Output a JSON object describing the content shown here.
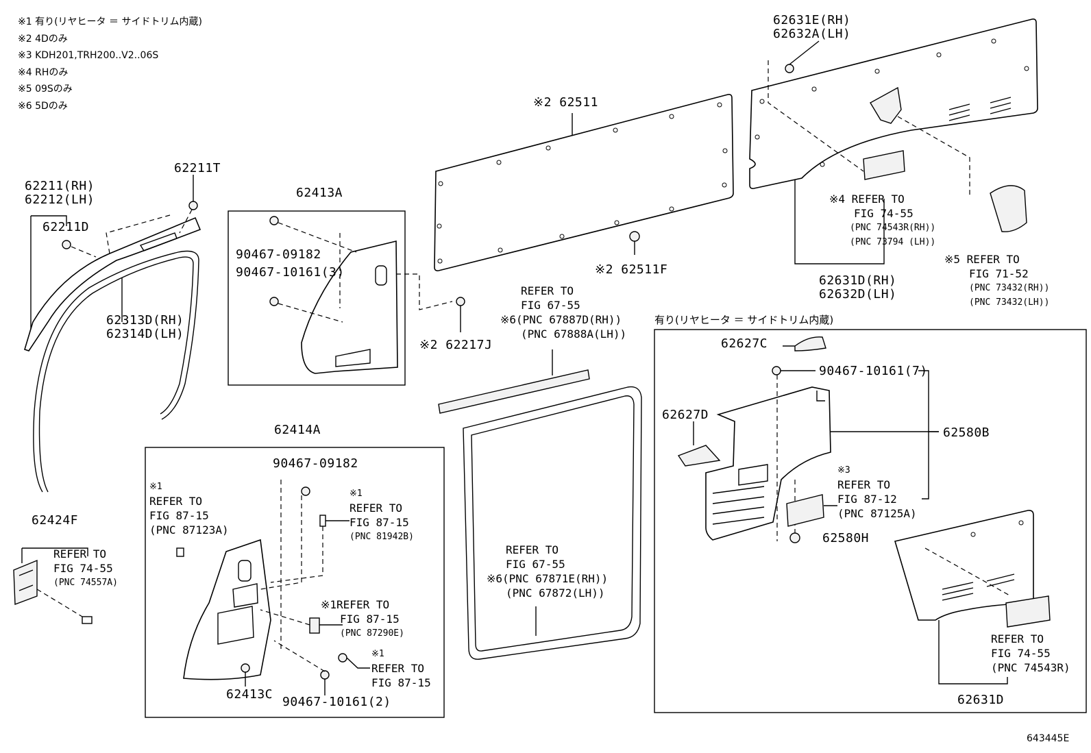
{
  "notes": [
    "※1 有り(リヤヒータ ＝ サイドトリム内蔵)",
    "※2 4Dのみ",
    "※3 KDH201,TRH200..V2..06S",
    "※4 RHのみ",
    "※5 09Sのみ",
    "※6 5Dのみ"
  ],
  "figure_id": "643445E",
  "section_title": "有り(リヤヒータ ＝ サイドトリム内蔵)",
  "parts": {
    "p62211": [
      "62211(RH)",
      "62212(LH)"
    ],
    "p62211D": "62211D",
    "p62211T": "62211T",
    "p62313D": [
      "62313D(RH)",
      "62314D(LH)"
    ],
    "p62413A": "62413A",
    "p90467_09182_a": "90467-09182",
    "p90467_10161_3": "90467-10161(3)",
    "p62217J": "※2 62217J",
    "p62511": "※2 62511",
    "p62511F": "※2 62511F",
    "p62631E": [
      "62631E(RH)",
      "62632A(LH)"
    ],
    "p62631D": [
      "62631D(RH)",
      "62632D(LH)"
    ],
    "p62424F": "62424F",
    "p62414A": "62414A",
    "p90467_09182_b": "90467-09182",
    "p62413C": "62413C",
    "p90467_10161_2": "90467-10161(2)",
    "p62627C": "62627C",
    "p90467_10161_7": "90467-10161(7)",
    "p62627D": "62627D",
    "p62580B": "62580B",
    "p62580H": "62580H",
    "p62631D_b": "62631D"
  },
  "refs": {
    "r_7455_rh": [
      "※4 REFER TO",
      "FIG 74-55",
      "(PNC 74543R(RH))",
      "(PNC 73794 (LH))"
    ],
    "r_7152": [
      "※5 REFER TO",
      "FIG 71-52",
      "(PNC 73432(RH))",
      "(PNC 73432(LH))"
    ],
    "r_6755_top": [
      "REFER TO",
      "FIG 67-55",
      "※6(PNC 67887D(RH))",
      "(PNC 67888A(LH))"
    ],
    "r_6755_mid": [
      "REFER TO",
      "FIG 67-55",
      "※6(PNC 67871E(RH))",
      "(PNC 67872(LH))"
    ],
    "r_7455_74557": [
      "REFER TO",
      "FIG 74-55",
      "(PNC 74557A)"
    ],
    "r_8715_a": [
      "※1",
      "REFER TO",
      "FIG 87-15",
      "(PNC 87123A)"
    ],
    "r_8715_b": [
      "※1",
      "REFER TO",
      "FIG 87-15",
      "(PNC 81942B)"
    ],
    "r_8715_c": [
      "※1REFER TO",
      "FIG 87-15",
      "(PNC 87290E)"
    ],
    "r_8715_d": [
      "※1",
      "REFER TO",
      "FIG 87-15"
    ],
    "r_8712": [
      "※3",
      "REFER TO",
      "FIG 87-12",
      "(PNC 87125A)"
    ],
    "r_7455_74543R": [
      "REFER TO",
      "FIG 74-55",
      "(PNC 74543R)"
    ]
  }
}
